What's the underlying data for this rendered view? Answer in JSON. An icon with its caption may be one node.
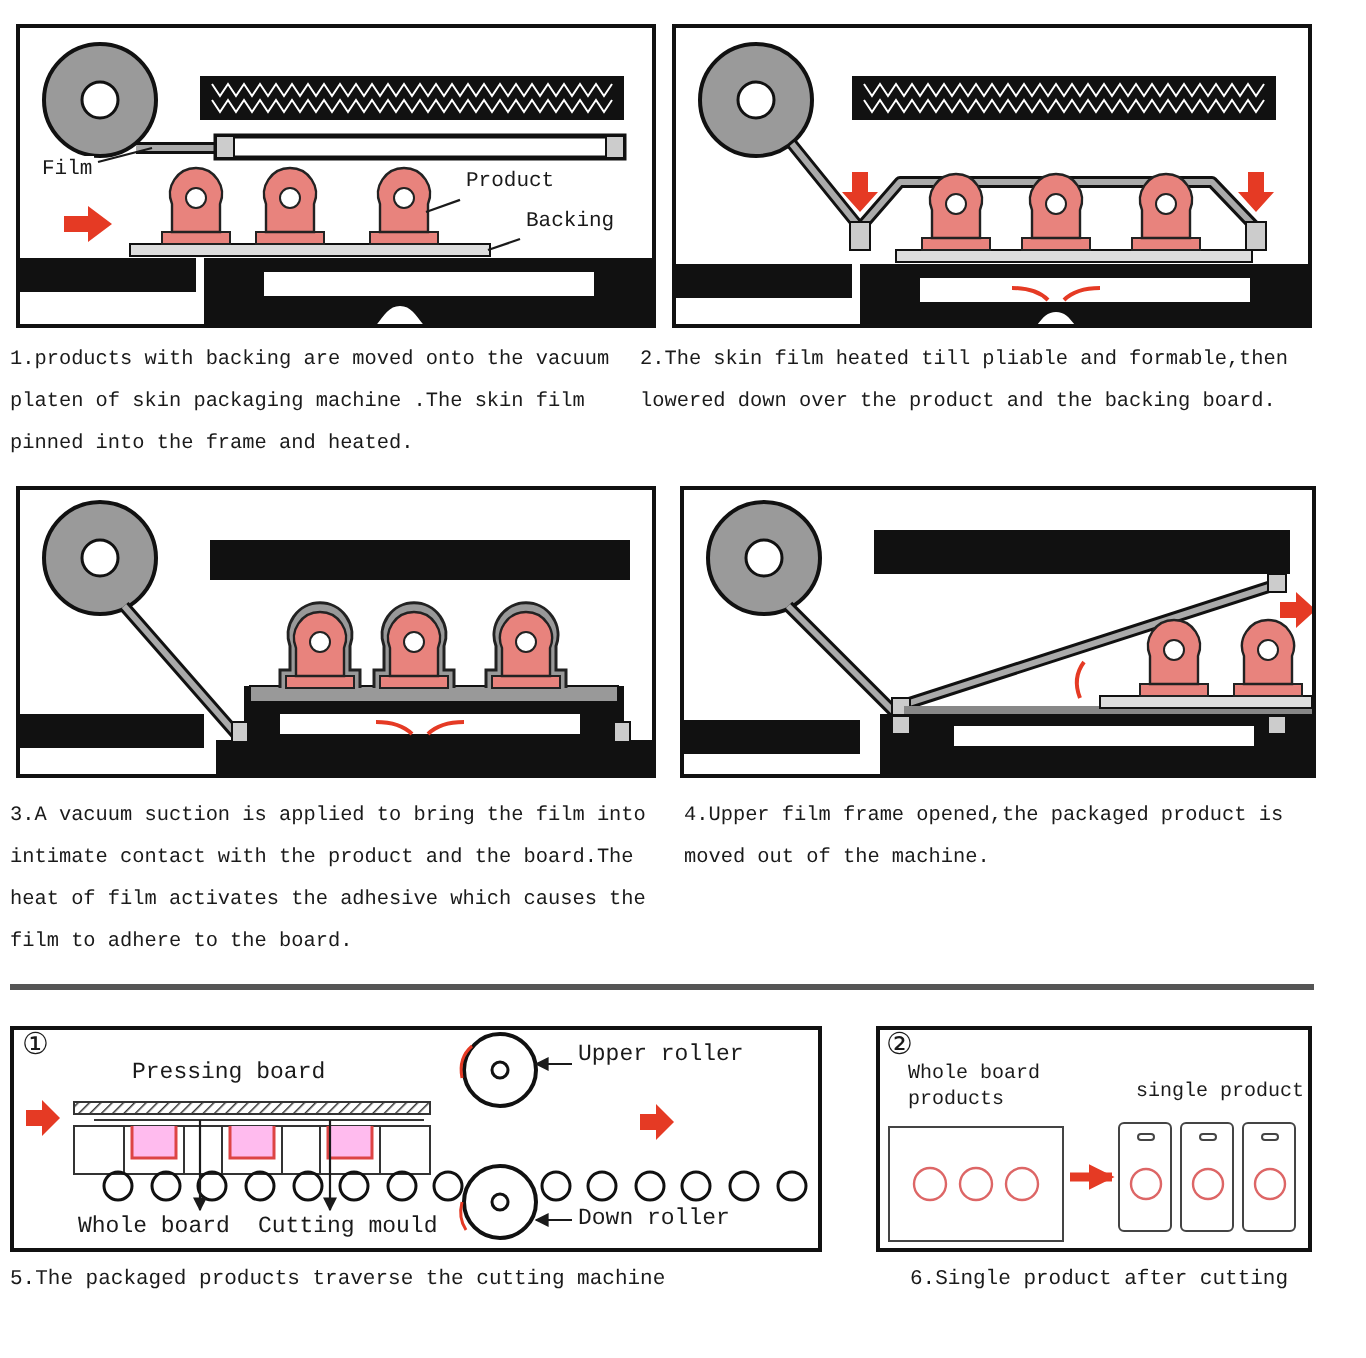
{
  "diagram": {
    "nodes": [
      {
        "text": [
          "Film"
        ]
      },
      {
        "text": [
          "Product"
        ]
      },
      {
        "text": [
          "Backing"
        ]
      },
      {
        "text": [
          "Upper roller"
        ]
      },
      {
        "text": [
          "Down roller"
        ]
      },
      {
        "text": [
          "Whole board"
        ]
      },
      {
        "text": [
          "Cutting mould"
        ]
      },
      {
        "text": [
          "Whole board products"
        ]
      },
      {
        "text": [],
        "shape": "box"
      },
      {
        "text": [],
        "shape": "box"
      },
      {
        "text": [],
        "shape": "box"
      }
    ],
    "edges": [
      {
        "from": 0,
        "to": null,
        "arrow": "none"
      },
      {
        "from": 1,
        "to": null,
        "arrow": "none"
      },
      {
        "from": 2,
        "to": null,
        "arrow": "none"
      },
      {
        "from": 3,
        "to": null,
        "arrow": "to"
      },
      {
        "from": 4,
        "to": null,
        "arrow": "to"
      },
      {
        "from": null,
        "to": 5,
        "arrow": "to"
      },
      {
        "from": null,
        "to": 6,
        "arrow": "to"
      },
      {
        "from": 7,
        "to": 8,
        "arrow": "to",
        "style": "thick",
        "color": "#e53a24"
      }
    ],
    "labels": [
      "1.products with backing are moved onto the vacuum platen of skin packaging machine .The skin film pinned into the frame and heated.",
      "2.The skin film heated till pliable and formable,then lowered down over the product and the backing board.",
      "3.A vacuum suction is applied to bring the film into intimate contact with the product and the board.The heat of film activates the adhesive which causes the film to adhere to the board.",
      "4.Upper film frame opened,the packaged product is moved out of the machine.",
      "①",
      "Pressing board",
      "5.The packaged products traverse the cutting machine",
      "②",
      "single product",
      "6.Single product after cutting"
    ]
  }
}
